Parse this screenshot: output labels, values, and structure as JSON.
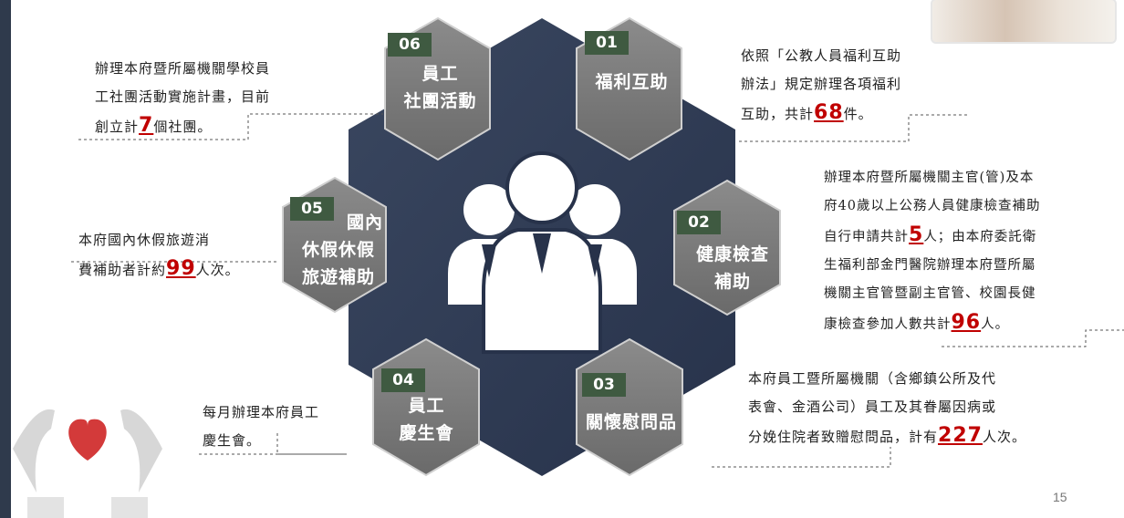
{
  "page_number": "15",
  "items": [
    {
      "id": "01",
      "title_lines": [
        "福利互助"
      ],
      "desc": [
        [
          "依照「公教人員福利互助"
        ],
        [
          "辦法」規定辦理各項福利"
        ],
        [
          "互助，共計",
          {
            "n": "68"
          },
          "件。"
        ]
      ]
    },
    {
      "id": "02",
      "title_lines": [
        "健康檢查",
        "補助"
      ],
      "desc": [
        [
          "辦理本府暨所屬機關主官(管)及本"
        ],
        [
          "府40歲以上公務人員健康檢查補助"
        ],
        [
          "自行申請共計",
          {
            "n": "5"
          },
          "人；由本府委託衛"
        ],
        [
          "生福利部金門醫院辦理本府暨所屬"
        ],
        [
          "機關主官管暨副主官管、校園長健"
        ],
        [
          "康檢查參加人數共計",
          {
            "n": "96"
          },
          "人。"
        ]
      ]
    },
    {
      "id": "03",
      "title_lines": [
        "關懷慰問品"
      ],
      "desc": [
        [
          "本府員工暨所屬機關（含鄉鎮公所及代"
        ],
        [
          "表會、金酒公司）員工及其眷屬因病或"
        ],
        [
          "分娩住院者致贈慰問品，計有",
          {
            "n": "227"
          },
          "人次。"
        ]
      ]
    },
    {
      "id": "04",
      "title_lines": [
        "員工",
        "慶生會"
      ],
      "desc": [
        [
          "每月辦理本府員工"
        ],
        [
          "慶生會。"
        ]
      ]
    },
    {
      "id": "05",
      "title_lines": [
        "國內",
        "休假休假",
        "旅遊補助"
      ],
      "desc": [
        [
          "本府國內休假旅遊消"
        ],
        [
          "費補助者計約",
          {
            "n": "99"
          },
          "人次。"
        ]
      ]
    },
    {
      "id": "06",
      "title_lines": [
        "員工",
        "社團活動"
      ],
      "desc": [
        [
          "辦理本府暨所屬機關學校員"
        ],
        [
          "工社團活動實施計畫，目前"
        ],
        [
          "創立計",
          {
            "n": "7"
          },
          "個社團。"
        ]
      ]
    }
  ],
  "icons": [
    "people-group-icon",
    "heart-hands-icon",
    "blood-pressure-photo"
  ]
}
